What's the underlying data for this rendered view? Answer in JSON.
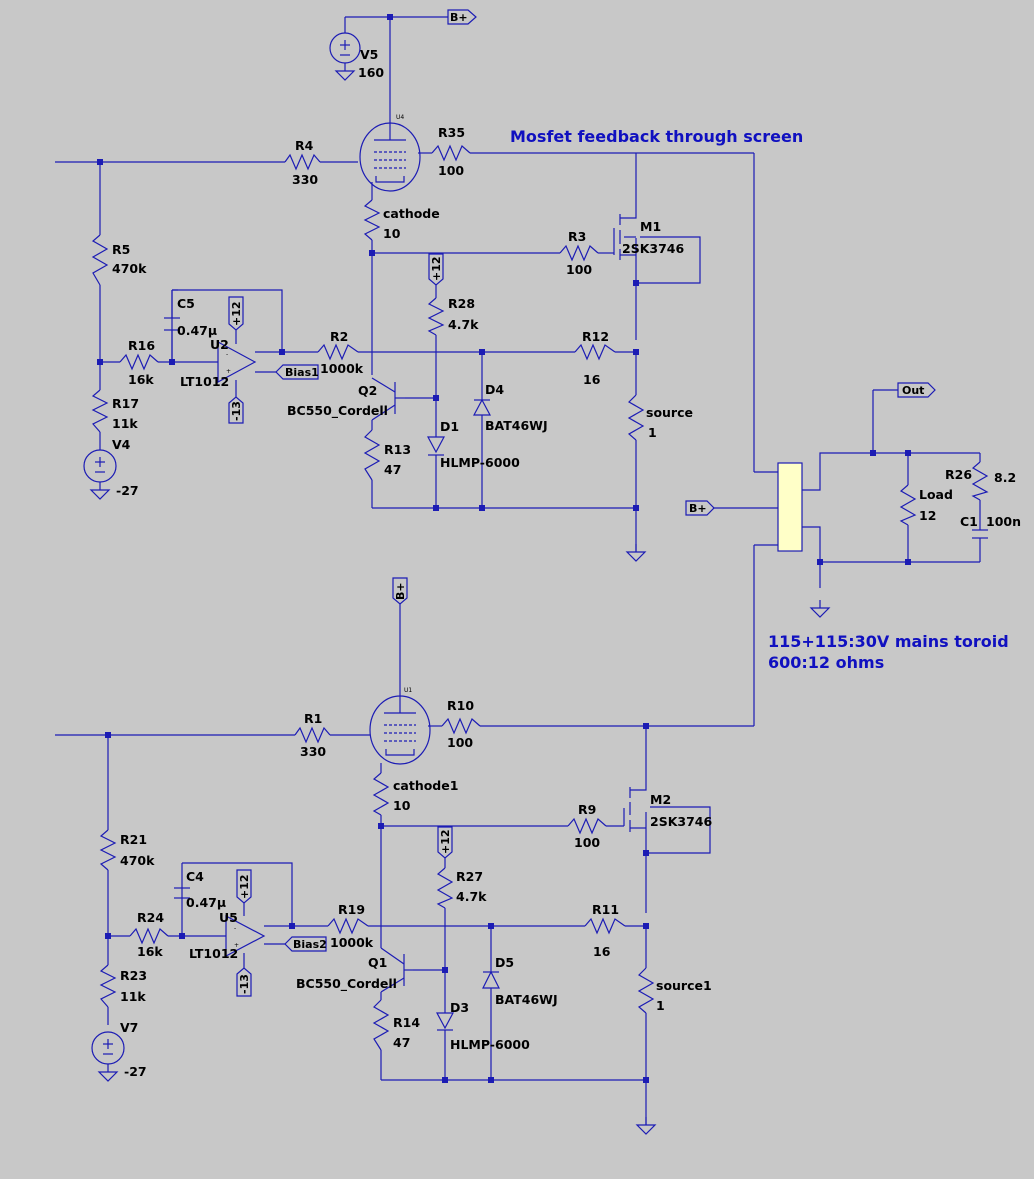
{
  "colors": {
    "wire": "#1c1cb4",
    "background": "#c8c8c8",
    "note": "#1010c0",
    "transformer_fill": "#ffffc8"
  },
  "notes": {
    "feedback": "Mosfet feedback through screen",
    "toroid": "115+115:30V mains toroid",
    "ratio": "600:12 ohms"
  },
  "flags": {
    "bplus": "B+",
    "out": "Out",
    "bias1": "Bias1",
    "bias2": "Bias2",
    "p12": "+12",
    "m13": "-13"
  },
  "tubes": {
    "u4": "U4",
    "u1": "U1"
  },
  "top": {
    "V5": {
      "name": "V5",
      "value": "160"
    },
    "R4": {
      "name": "R4",
      "value": "330"
    },
    "R35": {
      "name": "R35",
      "value": "100"
    },
    "R5": {
      "name": "R5",
      "value": "470k"
    },
    "cathode": {
      "name": "cathode",
      "value": "10"
    },
    "M1": {
      "name": "M1",
      "value": "2SK3746"
    },
    "R3": {
      "name": "R3",
      "value": "100"
    },
    "C5": {
      "name": "C5",
      "value": "0.47µ"
    },
    "R28": {
      "name": "R28",
      "value": "4.7k"
    },
    "R16": {
      "name": "R16",
      "value": "16k"
    },
    "U2": {
      "name": "U2",
      "value": "LT1012"
    },
    "R2": {
      "name": "R2",
      "value": "1000k"
    },
    "R12": {
      "name": "R12",
      "value": "16"
    },
    "R17": {
      "name": "R17",
      "value": "11k"
    },
    "V4": {
      "name": "V4",
      "value": "-27"
    },
    "Q2": {
      "name": "Q2",
      "value": "BC550_Cordell"
    },
    "D4": {
      "name": "D4",
      "value": "BAT46WJ"
    },
    "D1": {
      "name": "D1",
      "value": "HLMP-6000"
    },
    "R13": {
      "name": "R13",
      "value": "47"
    },
    "source": {
      "name": "source",
      "value": "1"
    }
  },
  "output": {
    "R26": {
      "name": "R26",
      "value": "8.2"
    },
    "Load": {
      "name": "Load",
      "value": "12"
    },
    "C1": {
      "name": "C1",
      "value": "100n"
    }
  },
  "bottom": {
    "R1": {
      "name": "R1",
      "value": "330"
    },
    "R10": {
      "name": "R10",
      "value": "100"
    },
    "cathode1": {
      "name": "cathode1",
      "value": "10"
    },
    "M2": {
      "name": "M2",
      "value": "2SK3746"
    },
    "R9": {
      "name": "R9",
      "value": "100"
    },
    "R21": {
      "name": "R21",
      "value": "470k"
    },
    "C4": {
      "name": "C4",
      "value": "0.47µ"
    },
    "R27": {
      "name": "R27",
      "value": "4.7k"
    },
    "R24": {
      "name": "R24",
      "value": "16k"
    },
    "U5": {
      "name": "U5",
      "value": "LT1012"
    },
    "R19": {
      "name": "R19",
      "value": "1000k"
    },
    "R11": {
      "name": "R11",
      "value": "16"
    },
    "R23": {
      "name": "R23",
      "value": "11k"
    },
    "V7": {
      "name": "V7",
      "value": "-27"
    },
    "Q1": {
      "name": "Q1",
      "value": "BC550_Cordell"
    },
    "D5": {
      "name": "D5",
      "value": "BAT46WJ"
    },
    "D3": {
      "name": "D3",
      "value": "HLMP-6000"
    },
    "R14": {
      "name": "R14",
      "value": "47"
    },
    "source1": {
      "name": "source1",
      "value": "1"
    }
  }
}
